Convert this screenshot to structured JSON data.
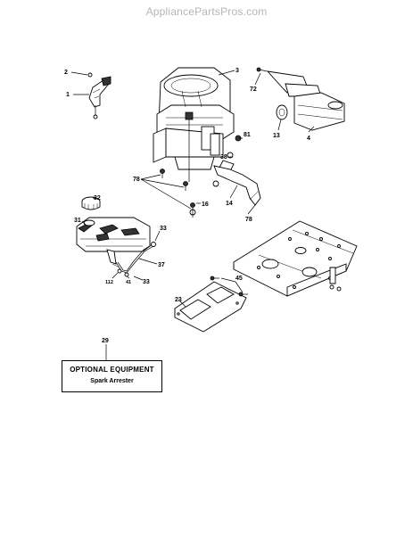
{
  "watermark": "AppliancePartsPros.com",
  "callouts": {
    "c2": "2",
    "c1": "1",
    "c3": "3",
    "c72": "72",
    "c4": "4",
    "c13": "13",
    "c81": "81",
    "c38": "38",
    "c78a": "78",
    "c16": "16",
    "c14": "14",
    "c78b": "78",
    "c32": "32",
    "c31": "31",
    "c33a": "33",
    "c37": "37",
    "c112": "112",
    "c41": "41",
    "c33b": "33",
    "c45": "45",
    "c23": "23",
    "c29": "29"
  },
  "optional_equipment": {
    "title": "OPTIONAL EQUIPMENT",
    "item": "Spark Arrester"
  }
}
